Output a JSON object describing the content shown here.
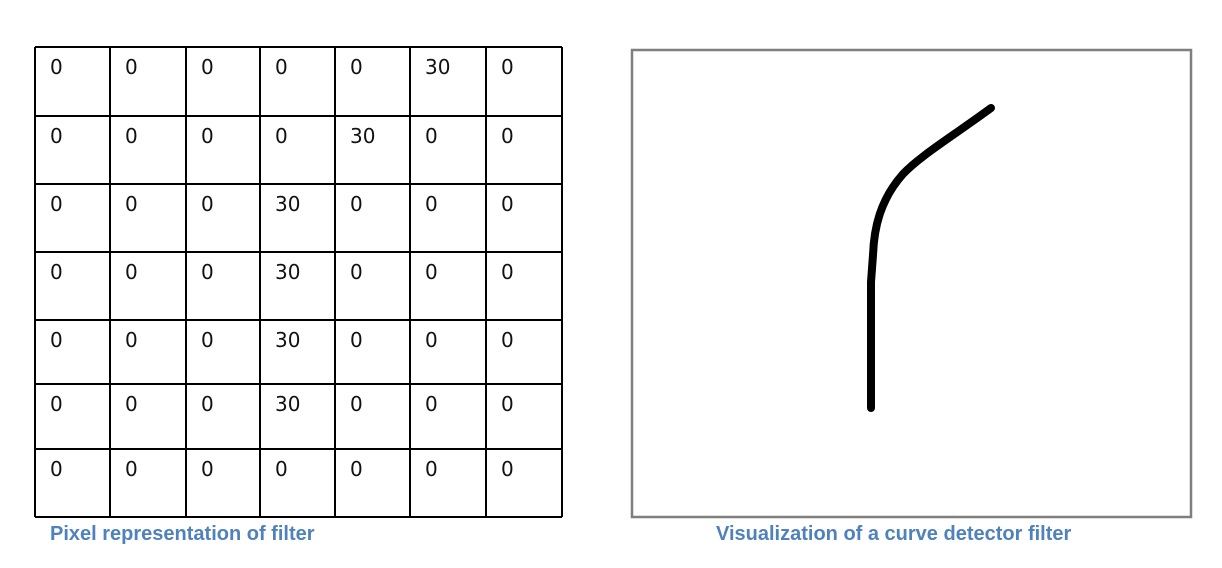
{
  "filter_grid": {
    "rows": [
      [
        "0",
        "0",
        "0",
        "0",
        "0",
        "30",
        "0"
      ],
      [
        "0",
        "0",
        "0",
        "0",
        "30",
        "0",
        "0"
      ],
      [
        "0",
        "0",
        "0",
        "30",
        "0",
        "0",
        "0"
      ],
      [
        "0",
        "0",
        "0",
        "30",
        "0",
        "0",
        "0"
      ],
      [
        "0",
        "0",
        "0",
        "30",
        "0",
        "0",
        "0"
      ],
      [
        "0",
        "0",
        "0",
        "30",
        "0",
        "0",
        "0"
      ],
      [
        "0",
        "0",
        "0",
        "0",
        "0",
        "0",
        "0"
      ]
    ],
    "caption": "Pixel representation  of filter"
  },
  "visualization": {
    "caption": "Visualization of a curve detector  filter",
    "curve_color": "#000000",
    "border_color": "#7f7f7f"
  },
  "colors": {
    "caption": "#4f81bd",
    "grid_line": "#000000",
    "cell_text": "#111111"
  }
}
